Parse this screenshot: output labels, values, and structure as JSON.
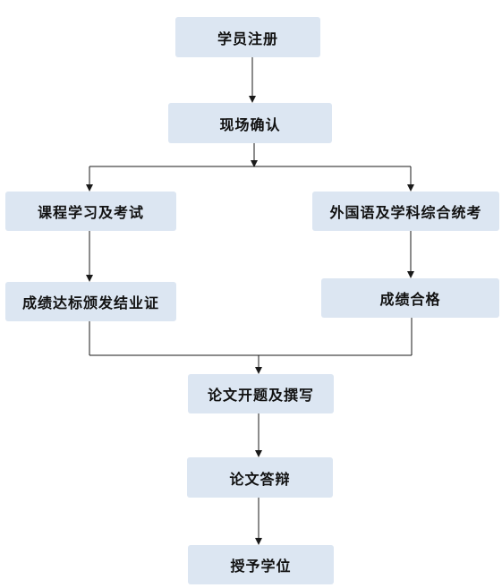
{
  "nodes": {
    "register": "学员注册",
    "confirm": "现场确认",
    "course": "课程学习及考试",
    "foreign": "外国语及学科综合统考",
    "grades": "成绩达标颁发结业证",
    "pass": "成绩合格",
    "proposal": "论文开题及撰写",
    "defense": "论文答辩",
    "degree": "授予学位"
  },
  "colors": {
    "node_fill": "#dce6f2",
    "line": "#1a1a1a",
    "text": "#111111"
  }
}
